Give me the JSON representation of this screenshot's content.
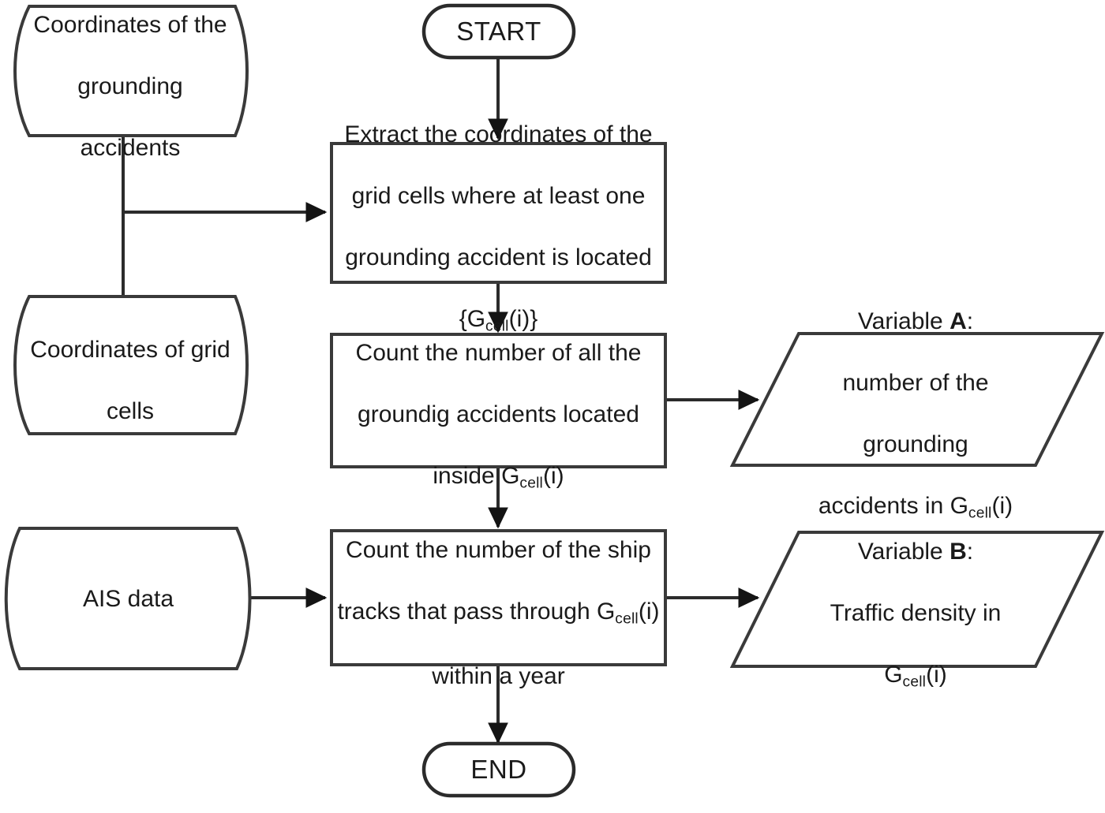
{
  "diagram": {
    "title": "Flowchart for extracting grounding accident and traffic density variables per grid cell",
    "background_color": "#ffffff",
    "line_color": "#2b2b2b",
    "text_color": "#1a1a1a"
  },
  "nodes": {
    "start": {
      "label": "START",
      "shape": "terminator"
    },
    "end": {
      "label": "END",
      "shape": "terminator"
    },
    "data_grounding_coords": {
      "shape": "stored-data",
      "line1": "Coordinates of the",
      "line2": "grounding",
      "line3": "accidents"
    },
    "data_grid_cells": {
      "shape": "stored-data",
      "line1": "Coordinates of grid",
      "line2": "cells"
    },
    "data_ais": {
      "shape": "stored-data",
      "line1": "AIS data"
    },
    "process_extract": {
      "shape": "process",
      "line1": "Extract the coordinates of the",
      "line2": "grid cells where at least one",
      "line3": "grounding accident is located",
      "line4_prefix": "{G",
      "line4_sub": "cell",
      "line4_suffix": "(i)}"
    },
    "process_count_accidents": {
      "shape": "process",
      "line1": "Count the number of all the",
      "line2": "groundig accidents located",
      "line3_prefix": "inside G",
      "line3_sub": "cell",
      "line3_suffix": "(i)"
    },
    "process_count_tracks": {
      "shape": "process",
      "line1": "Count the number of the ship",
      "line2_prefix": "tracks that pass through G",
      "line2_sub": "cell",
      "line2_suffix": "(i)",
      "line3": "within a year"
    },
    "output_variable_a": {
      "shape": "parallelogram",
      "line1_prefix": "Variable ",
      "line1_bold": "A",
      "line1_suffix": ":",
      "line2": "number of the",
      "line3": "grounding",
      "line4_prefix": "accidents in G",
      "line4_sub": "cell",
      "line4_suffix": "(i)"
    },
    "output_variable_b": {
      "shape": "parallelogram",
      "line1_prefix": "Variable ",
      "line1_bold": "B",
      "line1_suffix": ":",
      "line2": "Traffic density in",
      "line3_prefix": "G",
      "line3_sub": "cell",
      "line3_suffix": "(i)"
    }
  },
  "edges": [
    {
      "name": "start-to-extract",
      "from": "start",
      "to": "process_extract",
      "arrow": true
    },
    {
      "name": "grounding-coords-to-extract",
      "from": "data_grounding_coords",
      "to": "process_extract",
      "arrow": true
    },
    {
      "name": "grid-cells-to-extract",
      "from": "data_grid_cells",
      "to": "process_extract",
      "arrow": true
    },
    {
      "name": "extract-to-count-accidents",
      "from": "process_extract",
      "to": "process_count_accidents",
      "arrow": true
    },
    {
      "name": "count-accidents-to-variable-a",
      "from": "process_count_accidents",
      "to": "output_variable_a",
      "arrow": true
    },
    {
      "name": "count-accidents-to-count-tracks",
      "from": "process_count_accidents",
      "to": "process_count_tracks",
      "arrow": true
    },
    {
      "name": "ais-to-count-tracks",
      "from": "data_ais",
      "to": "process_count_tracks",
      "arrow": true
    },
    {
      "name": "count-tracks-to-variable-b",
      "from": "process_count_tracks",
      "to": "output_variable_b",
      "arrow": true
    },
    {
      "name": "count-tracks-to-end",
      "from": "process_count_tracks",
      "to": "end",
      "arrow": true
    }
  ]
}
